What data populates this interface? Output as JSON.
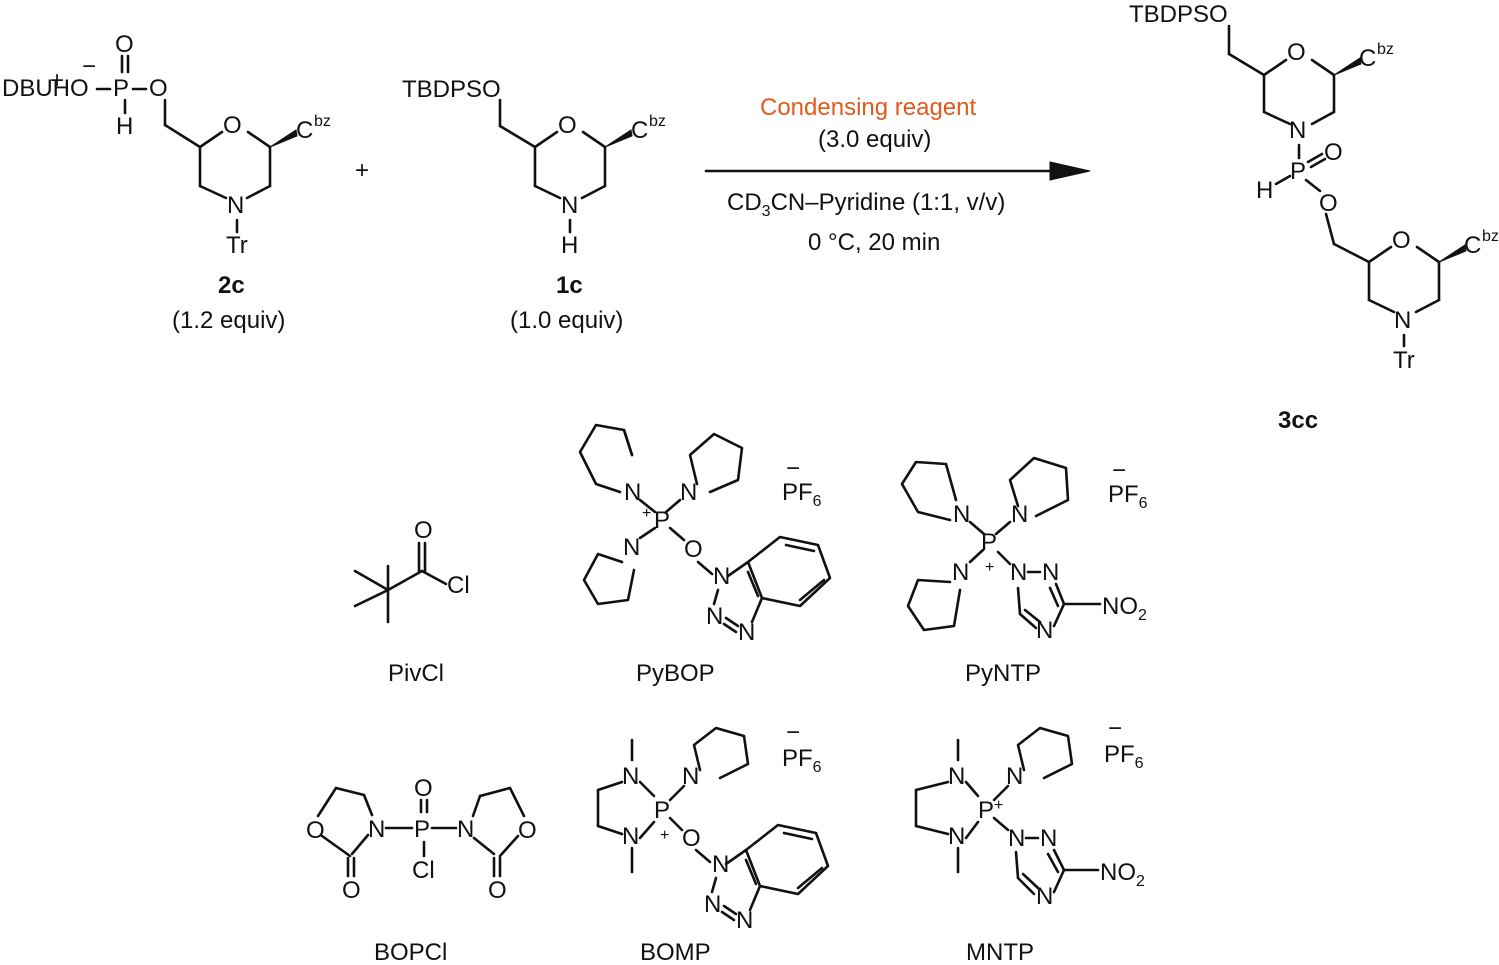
{
  "reaction": {
    "reagent_name": "Condensing reagent",
    "reagent_equiv": "(3.0 equiv)",
    "solvent_pre": "CD",
    "solvent_sub": "3",
    "solvent_post": "CN–Pyridine (1:1, v/v)",
    "conditions": "0 °C, 20 min",
    "plus": "+"
  },
  "compound_2c": {
    "id": "2c",
    "equiv": "(1.2 equiv)",
    "counterion": "DBUHO",
    "plus_charge": "+",
    "minus_charge": "−"
  },
  "compound_1c": {
    "id": "1c",
    "equiv": "(1.0 equiv)",
    "protecting_group": "TBDPSO"
  },
  "product": {
    "id": "3cc",
    "protecting_group": "TBDPSO"
  },
  "atoms": {
    "O": "O",
    "P": "P",
    "H": "H",
    "N": "N",
    "Tr": "Tr",
    "C": "C",
    "bz": "bz",
    "Cl": "Cl",
    "NO": "NO",
    "two": "2",
    "PF": "PF",
    "six": "6",
    "minus": "−",
    "plus": "+"
  },
  "reagents": [
    {
      "name": "PivCl"
    },
    {
      "name": "PyBOP"
    },
    {
      "name": "PyNTP"
    },
    {
      "name": "BOPCl"
    },
    {
      "name": "BOMP"
    },
    {
      "name": "MNTP"
    }
  ],
  "colors": {
    "accent": "#e05a1c",
    "ink": "#111111"
  }
}
